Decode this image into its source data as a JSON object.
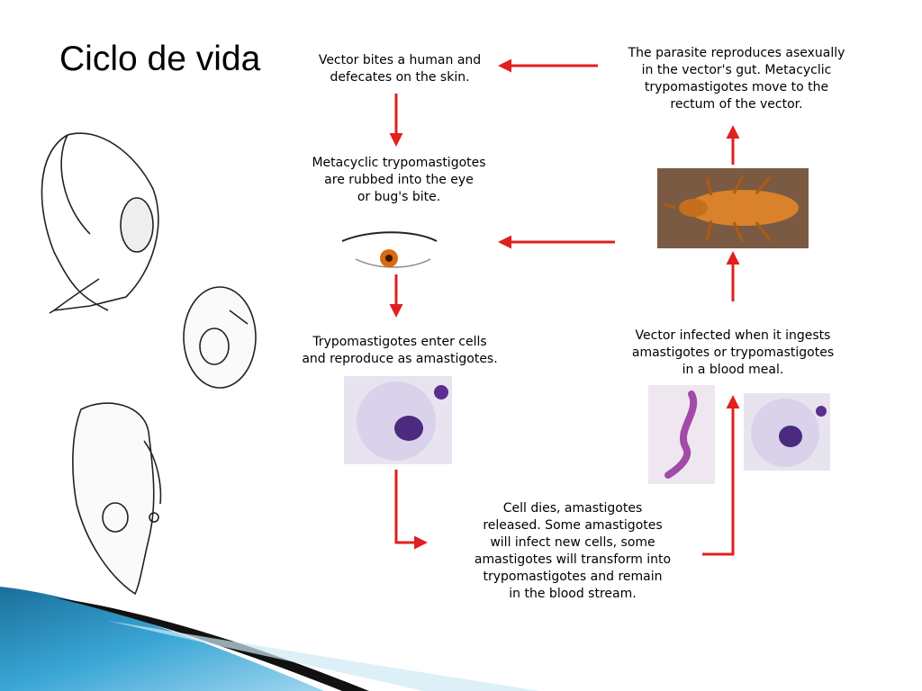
{
  "title": "Ciclo de vida",
  "steps": {
    "bite": [
      "Vector bites a human and",
      "defecates on the skin."
    ],
    "reproduce_vector": [
      "The parasite reproduces asexually",
      "in the vector's gut.  Metacyclic",
      "trypomastigotes move to the",
      "rectum of the vector."
    ],
    "rubbed": [
      "Metacyclic trypomastigotes",
      "are rubbed into the eye",
      "or bug's bite."
    ],
    "enter_cells": [
      "Trypomastigotes enter cells",
      "and reproduce as amastigotes."
    ],
    "infected": [
      "Vector infected when it ingests",
      "amastigotes or trypomastigotes",
      "in a blood meal."
    ],
    "cell_dies": [
      "Cell dies, amastigotes",
      "released.  Some amastigotes",
      "will infect new cells, some",
      "amastigotes will transform into",
      "trypomastigotes and remain",
      "in the blood stream."
    ]
  },
  "colors": {
    "arrow": "#e0201e",
    "accent_blue": "#2a8fc0",
    "accent_black": "#111111"
  }
}
